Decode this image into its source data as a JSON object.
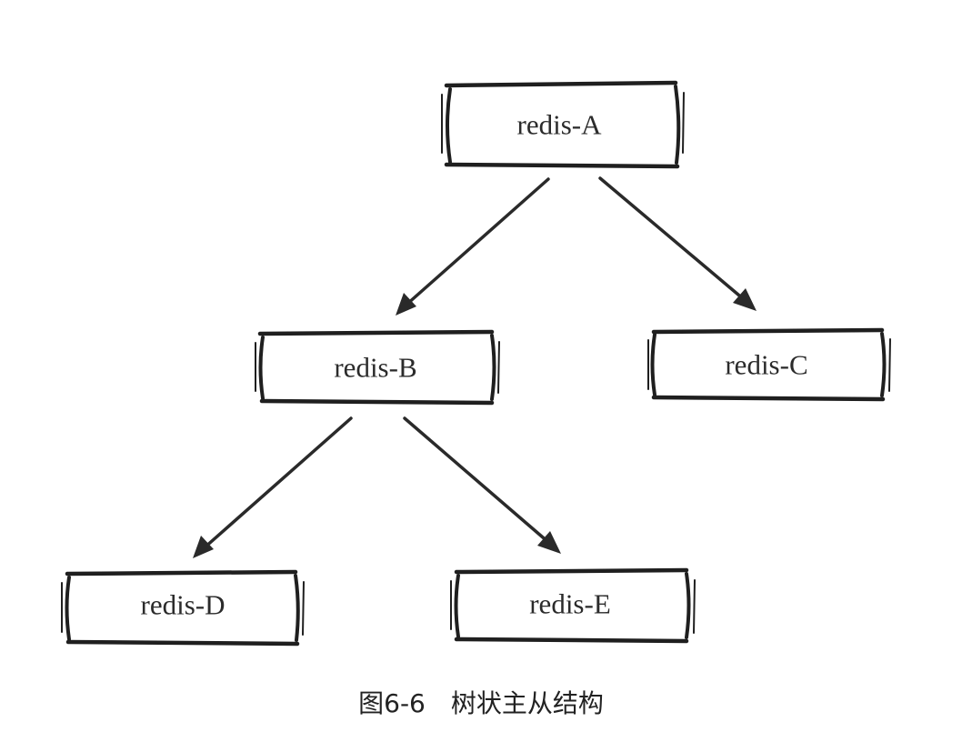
{
  "diagram": {
    "nodes": [
      {
        "id": "A",
        "label": "redis-A"
      },
      {
        "id": "B",
        "label": "redis-B"
      },
      {
        "id": "C",
        "label": "redis-C"
      },
      {
        "id": "D",
        "label": "redis-D"
      },
      {
        "id": "E",
        "label": "redis-E"
      }
    ],
    "edges": [
      {
        "from": "A",
        "to": "B"
      },
      {
        "from": "A",
        "to": "C"
      },
      {
        "from": "B",
        "to": "D"
      },
      {
        "from": "B",
        "to": "E"
      }
    ],
    "line_color": "#2a2a2a"
  },
  "caption": "图6-6　树状主从结构"
}
